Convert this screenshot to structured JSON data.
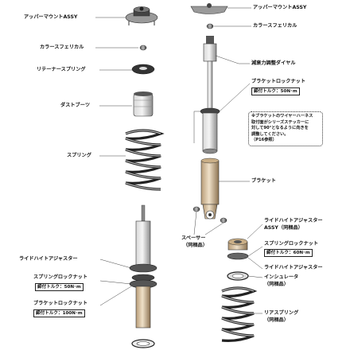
{
  "left": {
    "upper_mount": "アッパーマウントASSY",
    "collar_spherical": "カラースフェリカル",
    "retainer_spring": "リテーナースプリング",
    "dust_boot": "ダストブーツ",
    "spring": "スプリング",
    "ride_height_adjuster": "ライドハイトアジャスター",
    "spring_lock_nut": "スプリングロックナット",
    "spring_lock_torque": "締付トルク：50N･m",
    "bracket_lock_nut": "ブラケットロックナット",
    "bracket_lock_torque": "締付トルク：100N･m"
  },
  "right": {
    "upper_mount": "アッパーマウントASSY",
    "collar_spherical": "カラースフェリカル",
    "damping_dial": "減衰力調整ダイヤル",
    "bracket_lock_nut": "ブラケットロックナット",
    "bracket_lock_torque": "締付トルク：50N･m",
    "note_lines": [
      "※ブラケットのワイヤーハーネス",
      "取付面がシリーズステッカーに",
      "対して90°となるように向きを",
      "調整してください。",
      "（P16参照）"
    ],
    "bracket": "ブラケット",
    "spacer": "スペーサー",
    "spacer_sub": "（同梱品）",
    "ride_height_adjuster_assy": "ライドハイトアジャスター",
    "ride_height_adjuster_assy_2": "ASSY（同梱品）",
    "spring_lock_nut": "スプリングロックナット",
    "spring_lock_torque": "締付トルク：60N･m",
    "ride_height_adjuster": "ライドハイトアジャスター",
    "insulator": "インシュレータ",
    "insulator_sub": "（同梱品）",
    "rear_spring": "リアスプリング",
    "rear_spring_sub": "（同梱品）"
  }
}
